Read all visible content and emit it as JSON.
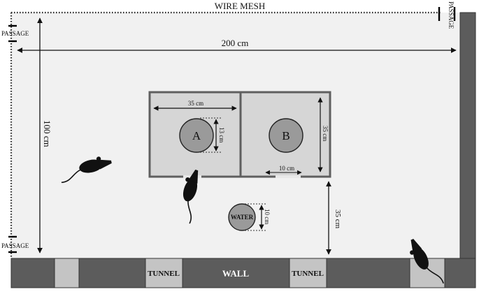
{
  "labels": {
    "wire_mesh": "WIRE MESH",
    "passage_top_left": "PASSAGE",
    "passage_bottom_left": "PASSAGE",
    "passage_top_right": "PASSAGE",
    "width_dim": "200 cm",
    "height_dim": "100 cm",
    "box_width_dim": "35 cm",
    "box_height_dim": "35 cm",
    "object_dim": "13 cm",
    "door_dim": "10 cm",
    "water_dim": "10 cm",
    "gap_dim": "35 cm",
    "object_a": "A",
    "object_b": "B",
    "water": "WATER",
    "tunnel_left": "TUNNEL",
    "wall": "WALL",
    "tunnel_right": "TUNNEL"
  },
  "colors": {
    "arena_bg": "#f1f1f1",
    "box_fill": "#d6d6d6",
    "box_border": "#5f5f5f",
    "object_fill": "#9a9a9a",
    "wall_dark": "#5c5c5c",
    "tunnel_light": "#c4c4c4",
    "rodent": "#111111"
  },
  "icons": [
    "rodent-icon",
    "rodent-icon",
    "rodent-icon"
  ]
}
